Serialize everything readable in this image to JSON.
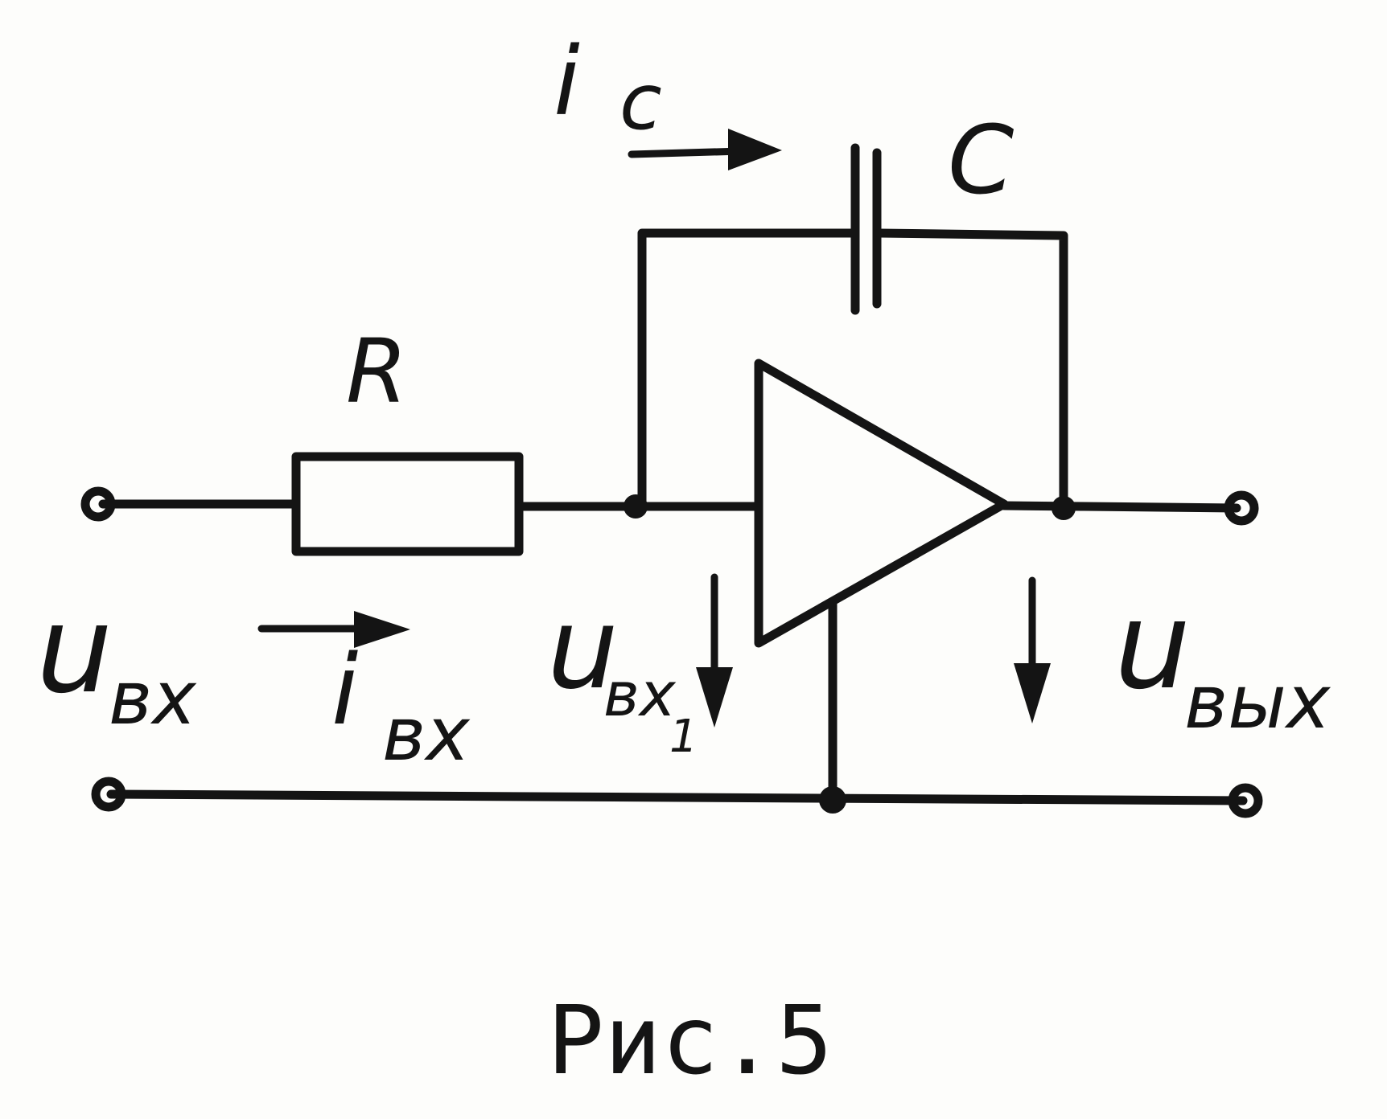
{
  "diagram": {
    "caption": "Рис.5",
    "components": {
      "resistor": "R",
      "capacitor": "C",
      "amplifier": "op-amp"
    },
    "labels": {
      "input_voltage": {
        "main": "u",
        "sub": "вх"
      },
      "input_current": {
        "main": "i",
        "sub": "вх"
      },
      "amp_input_voltage": {
        "main": "u",
        "sub": "вх",
        "index": "1"
      },
      "output_voltage": {
        "main": "u",
        "sub": "вых"
      },
      "capacitor_current": {
        "main": "i",
        "sub": "c"
      }
    }
  }
}
